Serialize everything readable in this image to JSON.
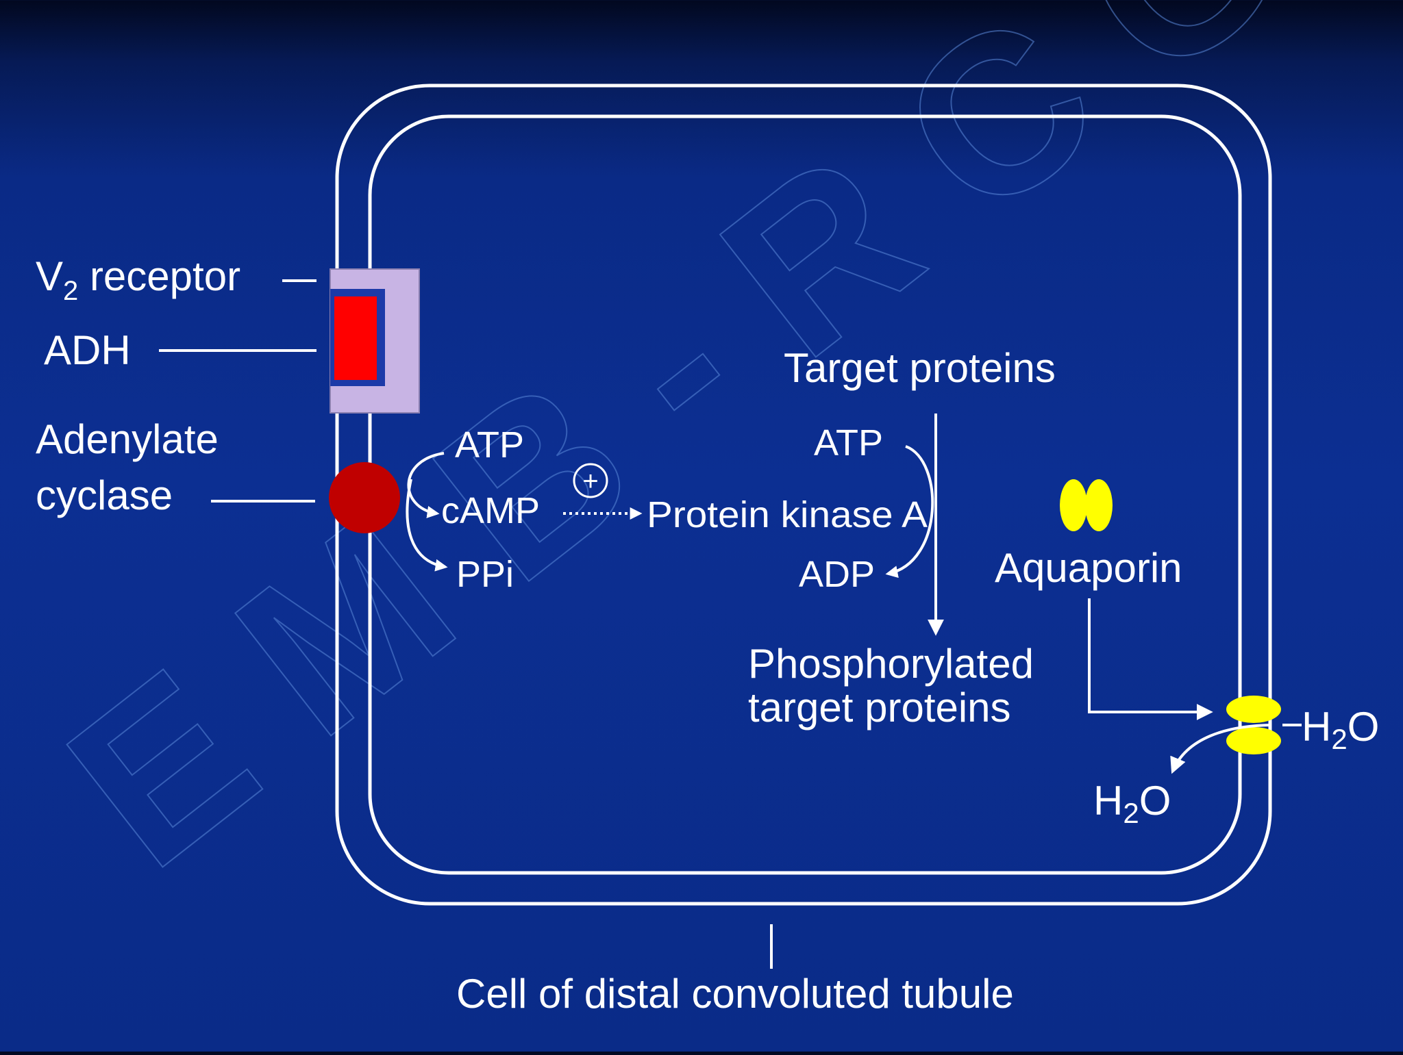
{
  "labels": {
    "receptor_prefix": "V",
    "receptor_sub": "2",
    "receptor_suffix": " receptor",
    "adh": "ADH",
    "adenylate_line1": "Adenylate",
    "adenylate_line2": "cyclase",
    "atp_left": "ATP",
    "camp": "cAMP",
    "ppi": "PPi",
    "plus": "+",
    "pka": "Protein kinase A",
    "target": "Target  proteins",
    "atp_right": "ATP",
    "adp": "ADP",
    "phos_line1": "Phosphorylated",
    "phos_line2": "target  proteins",
    "aquaporin": "Aquaporin",
    "h2o_prefix": "H",
    "h2o_sub": "2",
    "h2o_suffix": "O",
    "cell": "Cell  of  distal  convoluted  tubule"
  },
  "watermark": "E M B - R C G",
  "colors": {
    "adh": "#ff0000",
    "receptor": "#c8b4e4",
    "adenylate_cyclase": "#c00000",
    "aquaporin": "#ffff00",
    "line": "#ffffff"
  }
}
